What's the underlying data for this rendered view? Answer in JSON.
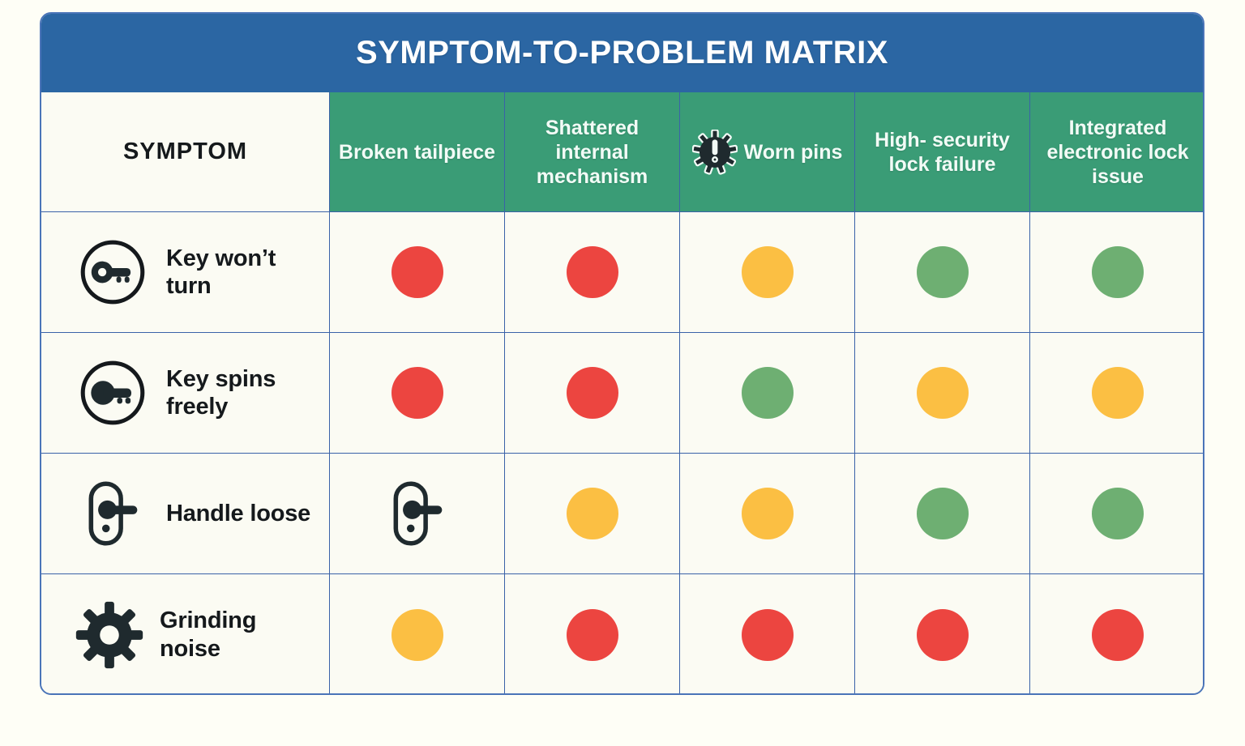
{
  "title": "SYMPTOM-TO-PROBLEM MATRIX",
  "colors": {
    "banner": "#2B66A3",
    "header_green": "#3A9C76",
    "border_blue": "#3A62A8",
    "page_background": "#FEFEF6",
    "cell_background": "#FBFBF3",
    "status_red": "#EC4540",
    "status_yellow": "#FBBF43",
    "status_green": "#6EAF72",
    "icon_dark": "#1F2A2E"
  },
  "columns": [
    {
      "label": "SYMPTOM",
      "icon": null,
      "kind": "symptom"
    },
    {
      "label": "Broken tailpiece",
      "icon": null,
      "kind": "problem"
    },
    {
      "label": "Shattered internal mechanism",
      "icon": null,
      "kind": "problem"
    },
    {
      "label": "Worn pins",
      "icon": "gear-alert-icon",
      "kind": "problem"
    },
    {
      "label": "High- security lock failure",
      "icon": null,
      "kind": "problem"
    },
    {
      "label": "Integrated electronic lock issue",
      "icon": null,
      "kind": "problem"
    }
  ],
  "rows": [
    {
      "symptom": "Key won’t turn",
      "icon": "key-in-circle-icon",
      "cells": [
        {
          "type": "dot",
          "status": "red"
        },
        {
          "type": "dot",
          "status": "red"
        },
        {
          "type": "dot",
          "status": "yellow"
        },
        {
          "type": "dot",
          "status": "green"
        },
        {
          "type": "dot",
          "status": "green"
        }
      ]
    },
    {
      "symptom": "Key spins freely",
      "icon": "key-solid-in-circle-icon",
      "cells": [
        {
          "type": "dot",
          "status": "red"
        },
        {
          "type": "dot",
          "status": "red"
        },
        {
          "type": "dot",
          "status": "green"
        },
        {
          "type": "dot",
          "status": "yellow"
        },
        {
          "type": "dot",
          "status": "yellow"
        }
      ]
    },
    {
      "symptom": "Handle loose",
      "icon": "door-handle-icon",
      "cells": [
        {
          "type": "icon",
          "icon": "door-handle-icon"
        },
        {
          "type": "dot",
          "status": "yellow"
        },
        {
          "type": "dot",
          "status": "yellow"
        },
        {
          "type": "dot",
          "status": "green"
        },
        {
          "type": "dot",
          "status": "green"
        }
      ]
    },
    {
      "symptom": "Grinding noise",
      "icon": "gear-icon",
      "cells": [
        {
          "type": "dot",
          "status": "yellow"
        },
        {
          "type": "dot",
          "status": "red"
        },
        {
          "type": "dot",
          "status": "red"
        },
        {
          "type": "dot",
          "status": "red"
        },
        {
          "type": "dot",
          "status": "red"
        }
      ]
    }
  ]
}
